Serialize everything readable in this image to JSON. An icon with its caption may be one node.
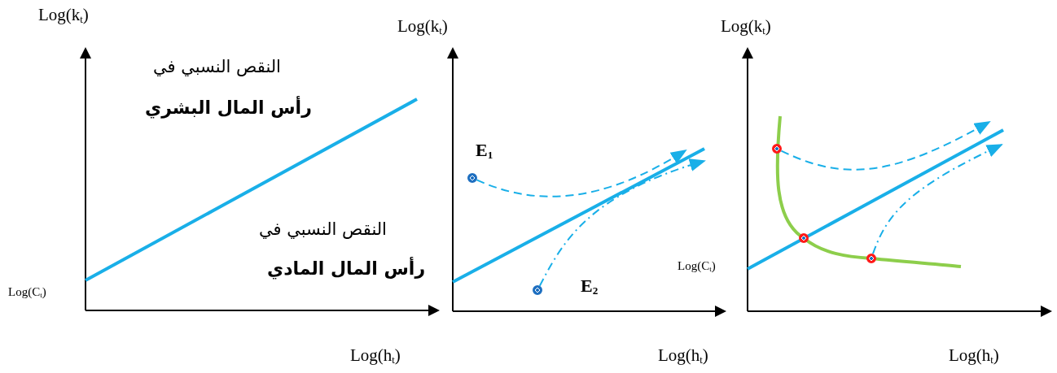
{
  "diagram": {
    "nodes": [
      {
        "text": [],
        "shape": "circle",
        "beside": [
          "E$_{1}$"
        ]
      },
      {
        "text": [],
        "shape": "circle",
        "beside": [
          "E$_{2}$"
        ]
      },
      {
        "text": [],
        "shape": "circle"
      },
      {
        "text": [],
        "shape": "circle"
      },
      {
        "text": [],
        "shape": "circle"
      }
    ],
    "edges": [
      {
        "from": 0,
        "to": null,
        "arrow": "to",
        "style": "dashed"
      },
      {
        "from": 1,
        "to": null,
        "arrow": "to",
        "style": "dashed"
      },
      {
        "from": 2,
        "to": null,
        "arrow": "to",
        "style": "dashed"
      },
      {
        "from": 4,
        "to": null,
        "arrow": "to",
        "style": "dashed"
      }
    ],
    "labels": [
      "Log(k$_{t}$)",
      "النقص النسبي في",
      "رأس المال البشري",
      "النقص النسبي في",
      "رأس المال المادي",
      "Log(C$_{t}$)",
      "Log(h$_{t}$)",
      "Log(k$_{t}$)",
      "Log(h$_{t}$)",
      "Log(k$_{t}$)",
      "Log(C$_{t}$)",
      "Log(h$_{t}$)"
    ]
  }
}
